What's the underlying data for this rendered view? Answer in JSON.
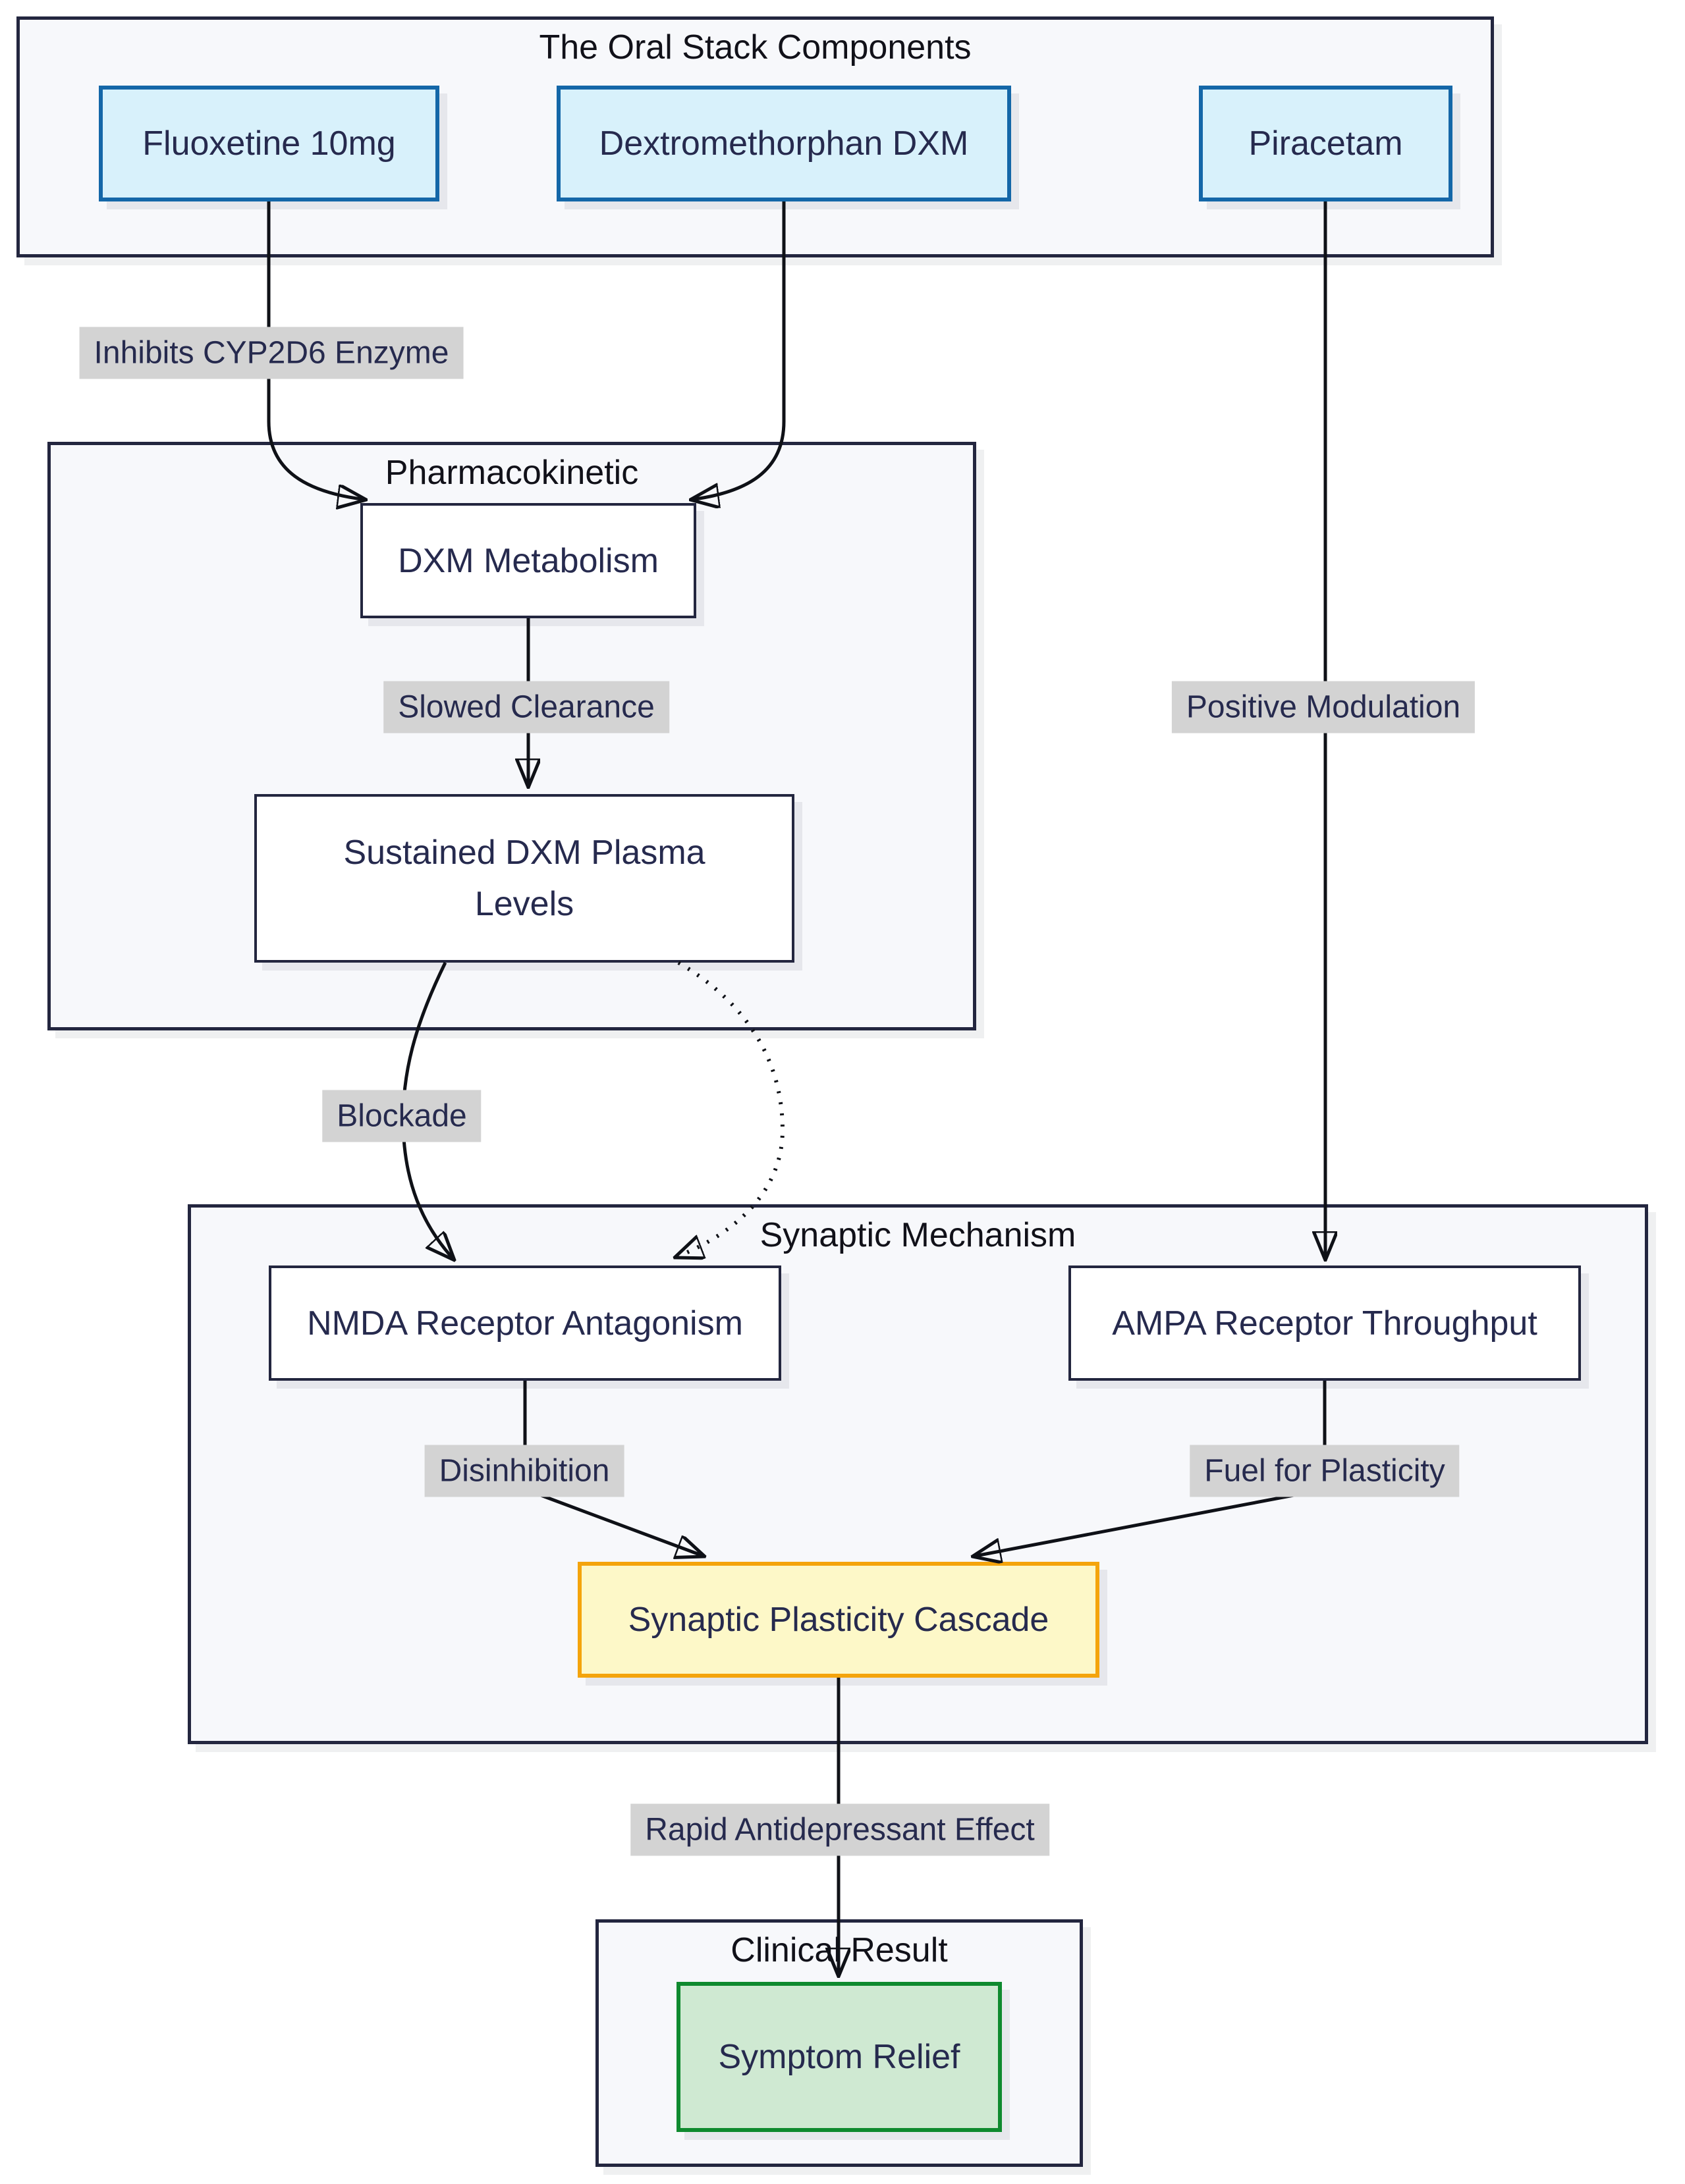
{
  "diagram": {
    "containers": {
      "oral_stack": {
        "label": "The Oral Stack Components"
      },
      "pharmacokinetic": {
        "label": "Pharmacokinetic"
      },
      "synaptic_mechanism": {
        "label": "Synaptic Mechanism"
      },
      "clinical_result": {
        "label": "Clinical Result"
      }
    },
    "nodes": {
      "fluoxetine": {
        "label": "Fluoxetine 10mg"
      },
      "dextromethorphan": {
        "label": "Dextromethorphan DXM"
      },
      "piracetam": {
        "label": "Piracetam"
      },
      "dxm_metabolism": {
        "label": "DXM Metabolism"
      },
      "sustained_dxm": {
        "label": "Sustained DXM Plasma Levels"
      },
      "nmda": {
        "label": "NMDA Receptor Antagonism"
      },
      "ampa": {
        "label": "AMPA Receptor Throughput"
      },
      "cascade": {
        "label": "Synaptic Plasticity Cascade"
      },
      "relief": {
        "label": "Symptom Relief"
      }
    },
    "edge_labels": {
      "inhibits": "Inhibits CYP2D6 Enzyme",
      "slowed": "Slowed Clearance",
      "positive": "Positive Modulation",
      "blockade": "Blockade",
      "disinhibition": "Disinhibition",
      "fuel": "Fuel for Plasticity",
      "rapid": "Rapid Antidepressant Effect"
    },
    "edges": [
      {
        "from": "Fluoxetine 10mg",
        "to": "DXM Metabolism",
        "label": "Inhibits CYP2D6 Enzyme",
        "style": "solid"
      },
      {
        "from": "Dextromethorphan DXM",
        "to": "DXM Metabolism",
        "label": "",
        "style": "solid"
      },
      {
        "from": "DXM Metabolism",
        "to": "Sustained DXM Plasma Levels",
        "label": "Slowed Clearance",
        "style": "solid"
      },
      {
        "from": "Sustained DXM Plasma Levels",
        "to": "NMDA Receptor Antagonism",
        "label": "Blockade",
        "style": "solid"
      },
      {
        "from": "Sustained DXM Plasma Levels",
        "to": "NMDA Receptor Antagonism",
        "label": "",
        "style": "dotted"
      },
      {
        "from": "Piracetam",
        "to": "AMPA Receptor Throughput",
        "label": "Positive Modulation",
        "style": "solid"
      },
      {
        "from": "NMDA Receptor Antagonism",
        "to": "Synaptic Plasticity Cascade",
        "label": "Disinhibition",
        "style": "solid"
      },
      {
        "from": "AMPA Receptor Throughput",
        "to": "Synaptic Plasticity Cascade",
        "label": "Fuel for Plasticity",
        "style": "solid"
      },
      {
        "from": "Synaptic Plasticity Cascade",
        "to": "Symptom Relief",
        "label": "Rapid Antidepressant Effect",
        "style": "solid"
      }
    ],
    "colors": {
      "component_fill": "#d8f1fb",
      "component_border": "#1467a8",
      "node_fill": "#ffffff",
      "node_border": "#23263f",
      "container_fill": "#f7f8fb",
      "container_border": "#23263f",
      "cascade_fill": "#fdf8c8",
      "cascade_border": "#f4a40c",
      "relief_fill": "#cfe9d2",
      "relief_border": "#0f8a2f",
      "edge_label_bg": "#d3d3d3",
      "text": "#262a4e",
      "edge_stroke": "#0f1117"
    }
  }
}
